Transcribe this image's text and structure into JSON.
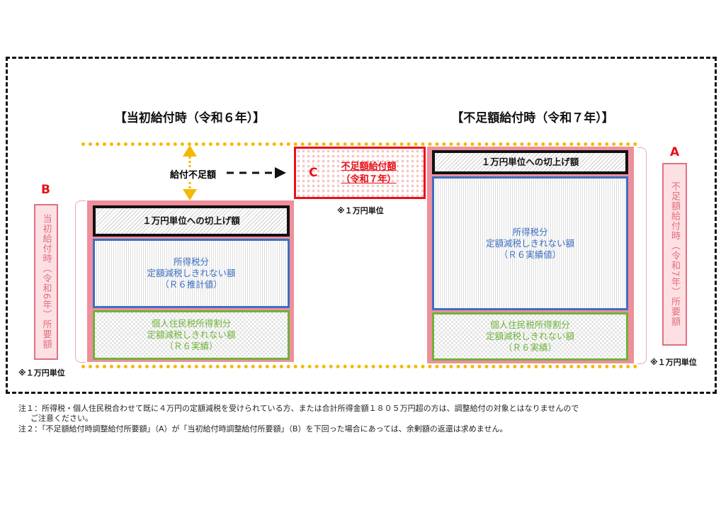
{
  "titles": {
    "left": "【当初給付時（令和６年）】",
    "right": "【不足額給付時（令和７年）】"
  },
  "left": {
    "letter": "B",
    "label": "当初給付時（令和6年）所要額",
    "unit_note": "※１万円単位",
    "roundup": "１万円単位への切上げ額",
    "income_tax": [
      "所得税分",
      "定額減税しきれない額",
      "（Ｒ６推計値）"
    ],
    "resident_tax": [
      "個人住民税所得割分",
      "定額減税しきれない額",
      "（Ｒ６実績）"
    ]
  },
  "shortfall": {
    "label": "給付不足額"
  },
  "c": {
    "letter": "C",
    "line1": "不足額給付額",
    "line2": "（令和７年）",
    "unit_note": "※１万円単位"
  },
  "right": {
    "letter": "A",
    "label": "不足額給付時（令和7年）所要額",
    "unit_note": "※１万円単位",
    "roundup": "１万円単位への切上げ額",
    "income_tax": [
      "所得税分",
      "定額減税しきれない額",
      "（Ｒ６実績値）"
    ],
    "resident_tax": [
      "個人住民税所得割分",
      "定額減税しきれない額",
      "（Ｒ６実績）"
    ]
  },
  "notes": [
    "注１：所得税・個人住民税合わせて既に４万円の定額減税を受けられている方、または合計所得金額１８０５万円超の方は、調整給付の対象とはなりませんので",
    "ご注意ください。",
    "注２：「不足額給付時調整給付所要額」（A）が「当初給付時調整給付所要額」（B）を下回った場合にあっては、余剰額の返還は求めません。"
  ]
}
